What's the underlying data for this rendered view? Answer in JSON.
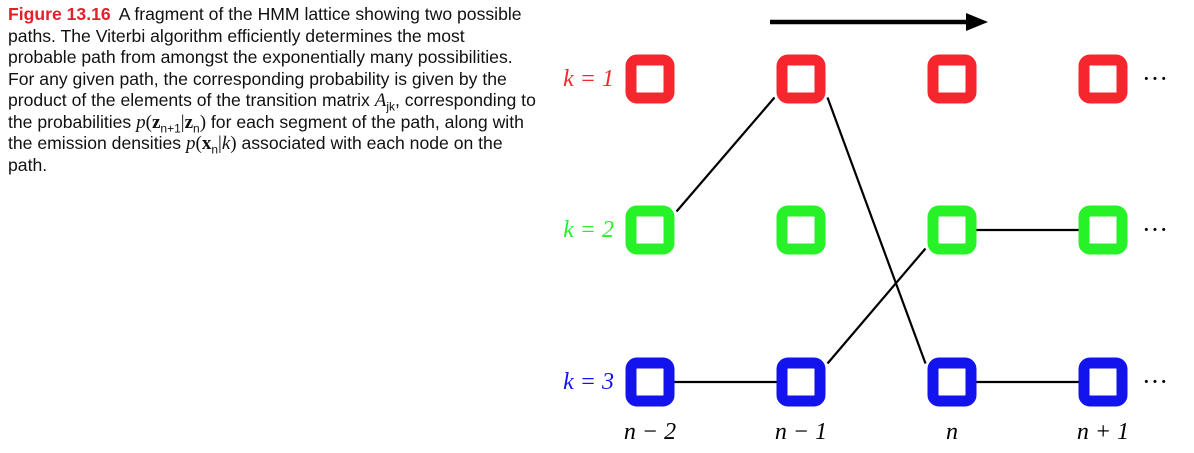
{
  "caption": {
    "label": "Figure 13.16",
    "body": [
      {
        "t": "A fragment of the HMM lattice showing two possible paths. The Viterbi algorithm efficiently determines the most probable path from amongst the exponentially many possibilities. For any given path, the corresponding probability is given by the product of the elements of the transition matrix "
      },
      {
        "math": "A_jk",
        "parts": [
          {
            "c": "m",
            "t": "A"
          },
          {
            "c": "sub",
            "t": "jk"
          }
        ]
      },
      {
        "t": ", corresponding to the probabilities "
      },
      {
        "math": "p(z_{n+1}|z_n)",
        "parts": [
          {
            "c": "m",
            "t": "p"
          },
          {
            "c": "r",
            "t": "("
          },
          {
            "c": "b",
            "t": "z"
          },
          {
            "c": "sub",
            "t": "n+1"
          },
          {
            "c": "r",
            "t": "|"
          },
          {
            "c": "b",
            "t": "z"
          },
          {
            "c": "sub",
            "t": "n"
          },
          {
            "c": "r",
            "t": ")"
          }
        ]
      },
      {
        "t": " for each segment of the path, along with the emission densities "
      },
      {
        "math": "p(x_n|k)",
        "parts": [
          {
            "c": "m",
            "t": "p"
          },
          {
            "c": "r",
            "t": "("
          },
          {
            "c": "b",
            "t": "x"
          },
          {
            "c": "sub",
            "t": "n"
          },
          {
            "c": "r",
            "t": "|"
          },
          {
            "c": "m",
            "t": "k"
          },
          {
            "c": "r",
            "t": ")"
          }
        ]
      },
      {
        "t": " associated with each node on the path."
      }
    ]
  },
  "lattice": {
    "states": [
      {
        "label": "k = 1",
        "color": "#f5262e"
      },
      {
        "label": "k = 2",
        "color": "#27f227"
      },
      {
        "label": "k = 3",
        "color": "#1313ee"
      }
    ],
    "columns": [
      "n − 2",
      "n − 1",
      "n",
      "n + 1"
    ],
    "continuation": "···",
    "paths": [
      [
        [
          0,
          1
        ],
        [
          1,
          0
        ],
        [
          2,
          2
        ],
        [
          3,
          2
        ]
      ],
      [
        [
          0,
          2
        ],
        [
          1,
          2
        ],
        [
          2,
          1
        ],
        [
          3,
          1
        ]
      ]
    ]
  }
}
